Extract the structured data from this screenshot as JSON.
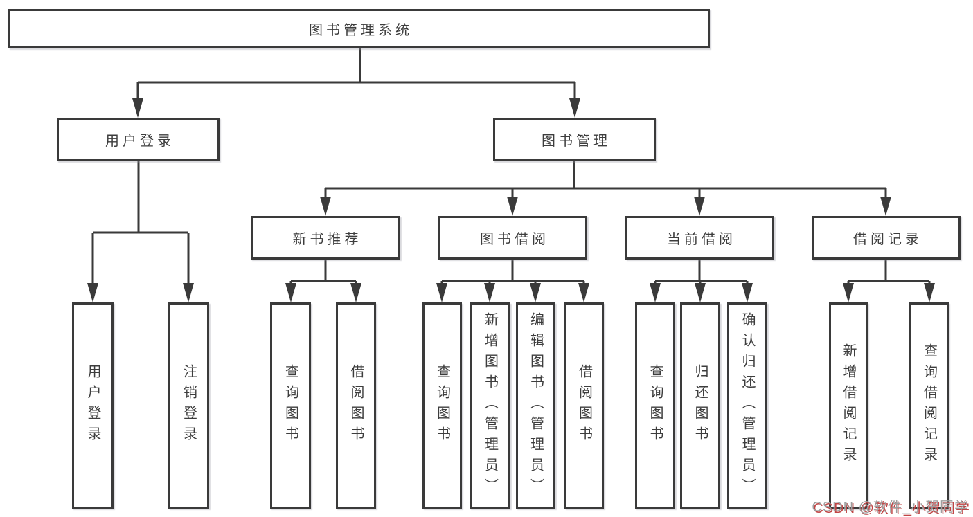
{
  "diagram": {
    "root": {
      "label": "图书管理系统"
    },
    "level1": [
      {
        "label": "用户登录"
      },
      {
        "label": "图书管理"
      }
    ],
    "level2": [
      {
        "label": "新书推荐"
      },
      {
        "label": "图书借阅"
      },
      {
        "label": "当前借阅"
      },
      {
        "label": "借阅记录"
      }
    ],
    "leaves": {
      "user_login": [
        {
          "label": "用户登录"
        },
        {
          "label": "注销登录"
        }
      ],
      "new_books": [
        {
          "label": "查询图书"
        },
        {
          "label": "借阅图书"
        }
      ],
      "book_borrow": [
        {
          "label": "查询图书"
        },
        {
          "label": "新增图书（管理员）"
        },
        {
          "label": "编辑图书（管理员）"
        },
        {
          "label": "借阅图书"
        }
      ],
      "current_borrow": [
        {
          "label": "查询图书"
        },
        {
          "label": "归还图书"
        },
        {
          "label": "确认归还（管理员）"
        }
      ],
      "borrow_records": [
        {
          "label": "新增借阅记录"
        },
        {
          "label": "查询借阅记录"
        }
      ]
    },
    "colors": {
      "line": "#3a3a3a",
      "text": "#3d3d3d",
      "box_background": "#ffffff"
    },
    "watermark": {
      "text": "CSDN @软件_小贺同学",
      "color": "#9e9e9e",
      "shadow_color": "#c04545"
    }
  }
}
